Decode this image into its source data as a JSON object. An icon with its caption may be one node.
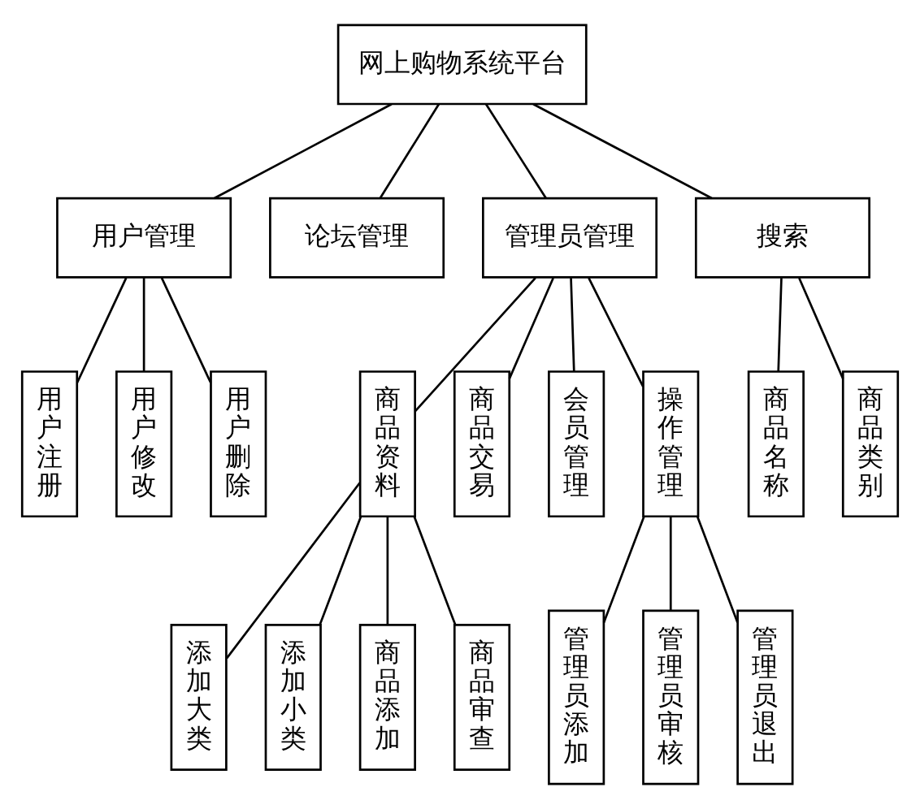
{
  "diagram": {
    "nodes": [
      {
        "text": [
          "网上购物系统平台"
        ]
      },
      {
        "text": [
          "用户管理"
        ]
      },
      {
        "text": [
          "论坛管理"
        ]
      },
      {
        "text": [
          "管理员管理"
        ]
      },
      {
        "text": [
          "搜索"
        ]
      },
      {
        "text": [
          "用户注册"
        ]
      },
      {
        "text": [
          "用户修改"
        ]
      },
      {
        "text": [
          "用户删除"
        ]
      },
      {
        "text": [
          "商品资料"
        ]
      },
      {
        "text": [
          "商品交易"
        ]
      },
      {
        "text": [
          "会员管理"
        ]
      },
      {
        "text": [
          "操作管理"
        ]
      },
      {
        "text": [
          "商品名称"
        ]
      },
      {
        "text": [
          "商品类别"
        ]
      },
      {
        "text": [
          "添加大类"
        ]
      },
      {
        "text": [
          "添加小类"
        ]
      },
      {
        "text": [
          "商品添加"
        ]
      },
      {
        "text": [
          "商品审查"
        ]
      },
      {
        "text": [
          "管理员添加"
        ]
      },
      {
        "text": [
          "管理员审核"
        ]
      },
      {
        "text": [
          "管理员退出"
        ]
      }
    ],
    "edges": [
      {
        "from": 0,
        "to": 1,
        "arrow": "none"
      },
      {
        "from": 0,
        "to": 2,
        "arrow": "none"
      },
      {
        "from": 0,
        "to": 3,
        "arrow": "none"
      },
      {
        "from": 0,
        "to": 4,
        "arrow": "none"
      },
      {
        "from": 1,
        "to": 5,
        "arrow": "none"
      },
      {
        "from": 1,
        "to": 6,
        "arrow": "none"
      },
      {
        "from": 1,
        "to": 7,
        "arrow": "none"
      },
      {
        "from": 3,
        "to": 8,
        "arrow": "none"
      },
      {
        "from": 3,
        "to": 9,
        "arrow": "none"
      },
      {
        "from": 3,
        "to": 10,
        "arrow": "none"
      },
      {
        "from": 3,
        "to": 11,
        "arrow": "none"
      },
      {
        "from": 4,
        "to": 12,
        "arrow": "none"
      },
      {
        "from": 4,
        "to": 13,
        "arrow": "none"
      },
      {
        "from": 8,
        "to": 14,
        "arrow": "none"
      },
      {
        "from": 8,
        "to": 15,
        "arrow": "none"
      },
      {
        "from": 8,
        "to": 16,
        "arrow": "none"
      },
      {
        "from": 8,
        "to": 17,
        "arrow": "none"
      },
      {
        "from": 11,
        "to": 18,
        "arrow": "none"
      },
      {
        "from": 11,
        "to": 19,
        "arrow": "none"
      },
      {
        "from": 11,
        "to": 20,
        "arrow": "none"
      }
    ]
  }
}
